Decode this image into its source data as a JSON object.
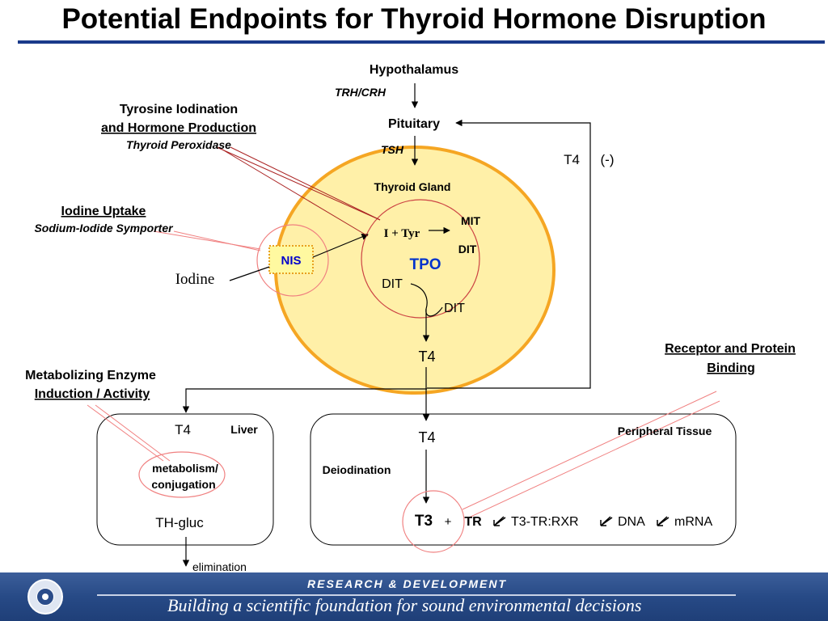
{
  "title": "Potential Endpoints for Thyroid Hormone Disruption",
  "axis": {
    "hypothalamus": "Hypothalamus",
    "trh_crh": "TRH/CRH",
    "pituitary": "Pituitary",
    "tsh": "TSH",
    "feedback_t4": "T4",
    "feedback_sign": "(-)"
  },
  "gland": {
    "label": "Thyroid Gland",
    "i_tyr": "I + Tyr",
    "mit": "MIT",
    "dit_right": "DIT",
    "tpo": "TPO",
    "dit_left": "DIT",
    "dit_lower": "DIT",
    "t4_out": "T4",
    "nis": "NIS",
    "iodine": "Iodine"
  },
  "callouts": {
    "tyrosine_line1": "Tyrosine Iodination",
    "tyrosine_line2": "and Hormone Production",
    "tyrosine_sub": "Thyroid Peroxidase",
    "iodine_uptake": "Iodine Uptake",
    "iodine_uptake_sub": "Sodium-Iodide Symporter",
    "metab_line1": "Metabolizing Enzyme",
    "metab_line2": "Induction / Activity",
    "receptor_line1": "Receptor and Protein",
    "receptor_line2": "Binding"
  },
  "liver": {
    "t4": "T4",
    "label": "Liver",
    "metab_line1": "metabolism/",
    "metab_line2": "conjugation",
    "th_gluc": "TH-gluc",
    "elimination": "elimination"
  },
  "peripheral": {
    "label": "Peripheral Tissue",
    "t4": "T4",
    "deiodination": "Deiodination",
    "t3": "T3",
    "plus": "+",
    "tr": "TR",
    "rest": "T3-TR:RXR",
    "dna": "DNA",
    "mrna": "mRNA"
  },
  "footer": {
    "line1": "RESEARCH &  DEVELOPMENT",
    "line2": "Building a scientific foundation for sound environmental decisions"
  },
  "colors": {
    "gland_fill": "#fff0a8",
    "gland_stroke": "#f5a623",
    "nis_fill": "#fff9a0",
    "nis_text": "#0000cc",
    "tpo_text": "#0033cc",
    "callout_red": "#cc3333",
    "callout_pink": "#f08080",
    "footer_blue": "#274a86"
  }
}
